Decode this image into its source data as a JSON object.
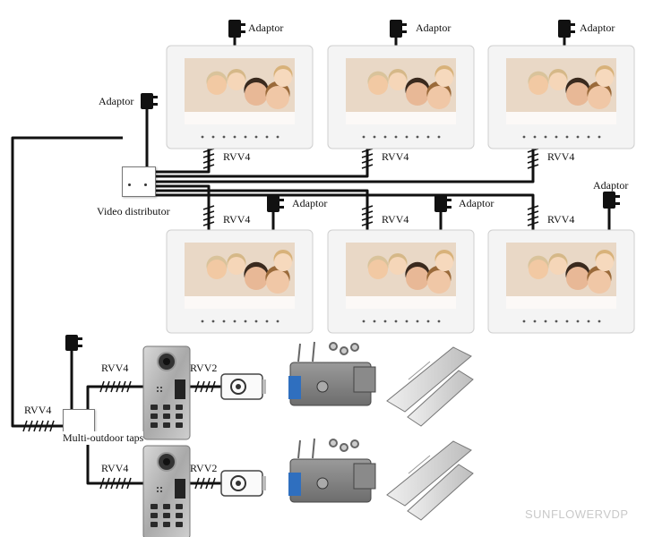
{
  "labels": {
    "adaptor": "Adaptor",
    "rvv4": "RVV4",
    "rvv2": "RVV2",
    "video_distributor": "Video distributor",
    "multi_outdoor_taps": "Multi-outdoor taps"
  },
  "watermark": "SUNFLOWERVDP",
  "colors": {
    "cable": "#111111",
    "monitor_frame": "#f4f4f4",
    "screen_bg": "#e9d8c6",
    "panel_metal": "#b9b9b9",
    "lock_blue": "#2f6fbf"
  },
  "components": {
    "indoor_monitors": 6,
    "outdoor_panels": 2,
    "rim_locks": 2,
    "magnetic_locks": 2,
    "exit_buttons": 2
  }
}
